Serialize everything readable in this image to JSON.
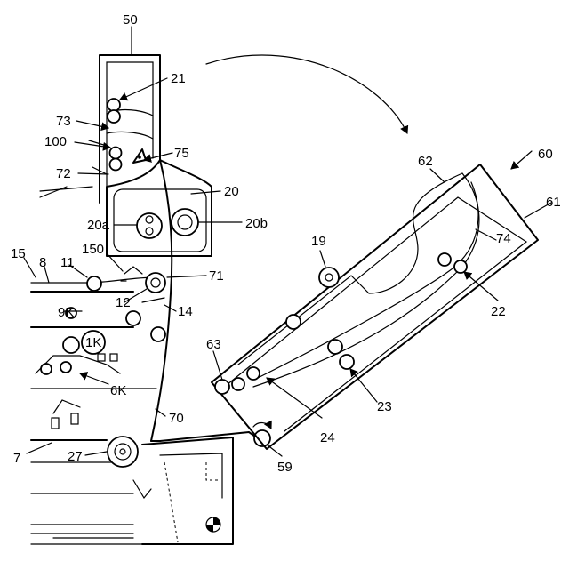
{
  "labels": {
    "l50": "50",
    "l21": "21",
    "l73": "73",
    "l100": "100",
    "l75": "75",
    "l72": "72",
    "l20": "20",
    "l20a": "20a",
    "l20b": "20b",
    "l15": "15",
    "l8": "8",
    "l11": "11",
    "l150": "150",
    "l71": "71",
    "l12": "12",
    "l14": "14",
    "l9K": "9K",
    "l1K": "1K",
    "l6K": "6K",
    "l70": "70",
    "l7": "7",
    "l27": "27",
    "l59": "59",
    "l63": "63",
    "l24": "24",
    "l23": "23",
    "l22": "22",
    "l19": "19",
    "l62": "62",
    "l60": "60",
    "l61": "61",
    "l74": "74"
  }
}
